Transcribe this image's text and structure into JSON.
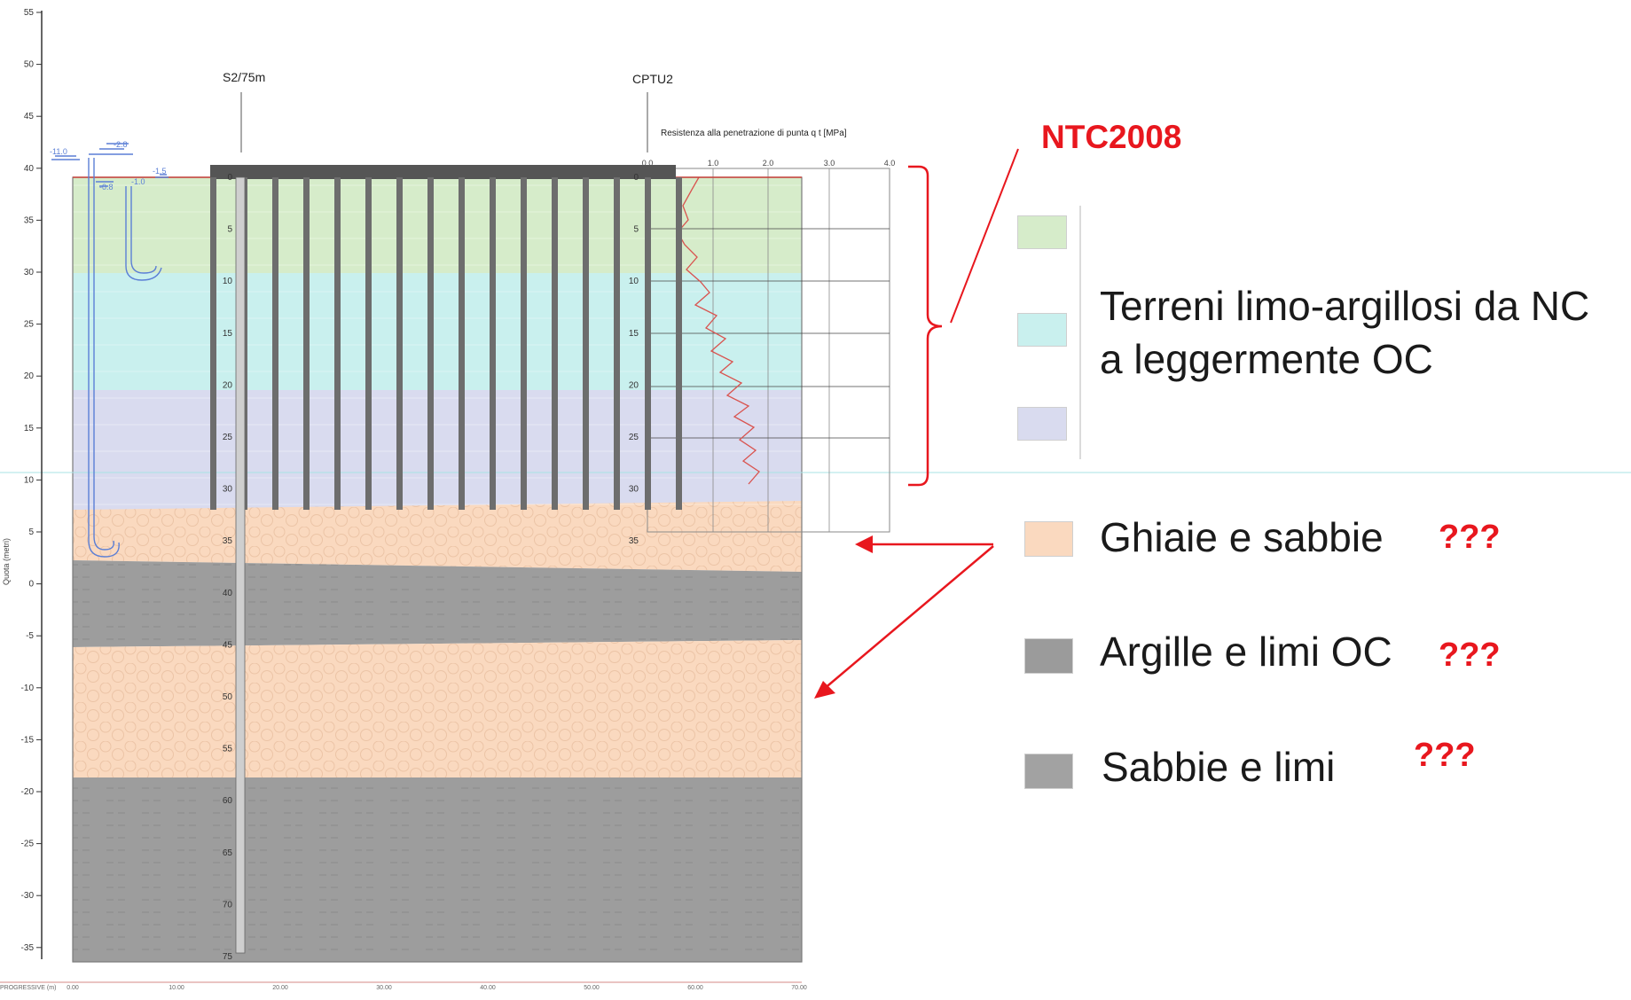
{
  "colors": {
    "green_layer": "#d6ecca",
    "cyan_layer": "#c9f0ee",
    "lilac_layer": "#d9dbef",
    "sand_layer": "#fad9bf",
    "grey_layer": "#9b9b9b",
    "red_annotation": "#e8171e",
    "water_line": "#5b7fd6",
    "pile": "#6d6d6d"
  },
  "axis": {
    "ticks": [
      "55",
      "50",
      "45",
      "40",
      "35",
      "30",
      "25",
      "20",
      "15",
      "10",
      "5",
      "0",
      "-5",
      "-10",
      "-15",
      "-20",
      "-25",
      "-30",
      "-35"
    ],
    "label": "Quota (metri)",
    "bottom_label": "PROGRESSIVE (m)",
    "bottom_ticks": [
      "0.00",
      "10.00",
      "20.00",
      "30.00",
      "40.00",
      "50.00",
      "60.00",
      "70.00"
    ]
  },
  "boreholes": {
    "s2": {
      "name": "S2/75m",
      "depths": [
        "0",
        "5",
        "10",
        "15",
        "20",
        "25",
        "30",
        "35",
        "40",
        "45",
        "50",
        "55",
        "60",
        "65",
        "70",
        "75"
      ]
    },
    "cptu": {
      "name": "CPTU2",
      "caption": "Resistenza alla penetrazione di punta q t [MPa]",
      "scale": [
        "0.0",
        "1.0",
        "2.0",
        "3.0",
        "4.0"
      ],
      "depths": [
        "0",
        "5",
        "10",
        "15",
        "20",
        "25",
        "30",
        "35"
      ]
    }
  },
  "water_labels": [
    "-11.0",
    "-2.8",
    "-1.5",
    "-0.8",
    "-1.0"
  ],
  "annotation": {
    "label": "NTC2008"
  },
  "legend": [
    {
      "id": "green",
      "label": ""
    },
    {
      "id": "cyan",
      "label": ""
    },
    {
      "id": "lilac",
      "label": ""
    },
    {
      "id": "clay_group",
      "label_line1": "Terreni limo-argillosi da NC",
      "label_line2": "a leggermente OC"
    },
    {
      "id": "gravel",
      "label": "Ghiaie e sabbie",
      "flag": "???"
    },
    {
      "id": "clay_oc",
      "label": "Argille e limi OC",
      "flag": "???"
    },
    {
      "id": "sand_silt",
      "label": "Sabbie e limi",
      "flag": "???"
    }
  ]
}
